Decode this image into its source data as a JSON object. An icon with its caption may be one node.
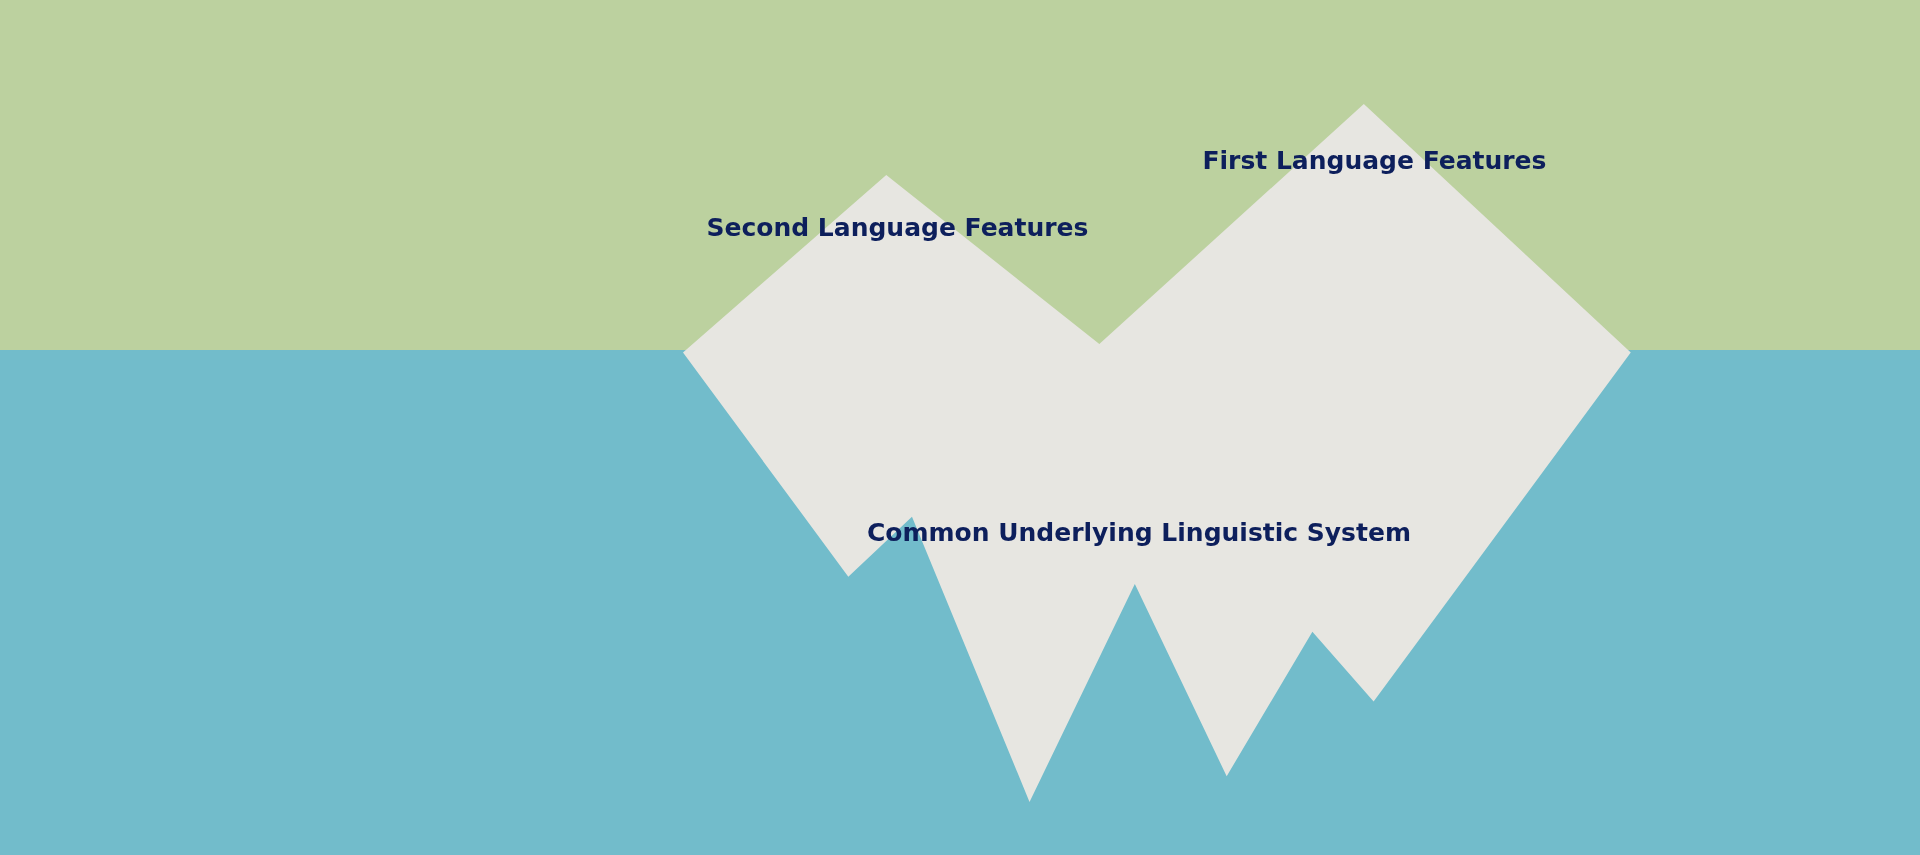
{
  "diagram": {
    "nodes": [
      {
        "text": [
          "Second Language Features",
          "First Language Features",
          "Common Underlying Linguistic System"
        ]
      }
    ]
  }
}
